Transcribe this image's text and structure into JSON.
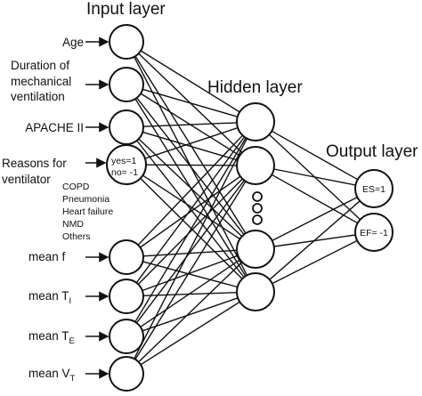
{
  "titles": {
    "input": "Input layer",
    "hidden": "Hidden layer",
    "output": "Output layer"
  },
  "inputs": {
    "age": "Age",
    "duration_1": "Duration of",
    "duration_2": "mechanical",
    "duration_3": "ventilation",
    "apache": "APACHE II",
    "reasons_1": "Reasons for",
    "reasons_2": "ventilator",
    "mean_f": "mean f",
    "mean_ti": "mean T",
    "mean_ti_sub": "I",
    "mean_te": "mean T",
    "mean_te_sub": "E",
    "mean_vt": "mean V",
    "mean_vt_sub": "T"
  },
  "reasons_list": [
    "COPD",
    "Pneumonia",
    "Heart failure",
    "NMD",
    "Others"
  ],
  "encoding": {
    "yes": "yes=1",
    "no": "no= -1"
  },
  "outputs": {
    "es": "ES=1",
    "ef": "EF= -1"
  },
  "structure": {
    "input_count": 8,
    "hidden_count_shown": 4,
    "output_count": 2,
    "ellipsis_dots": 3
  }
}
